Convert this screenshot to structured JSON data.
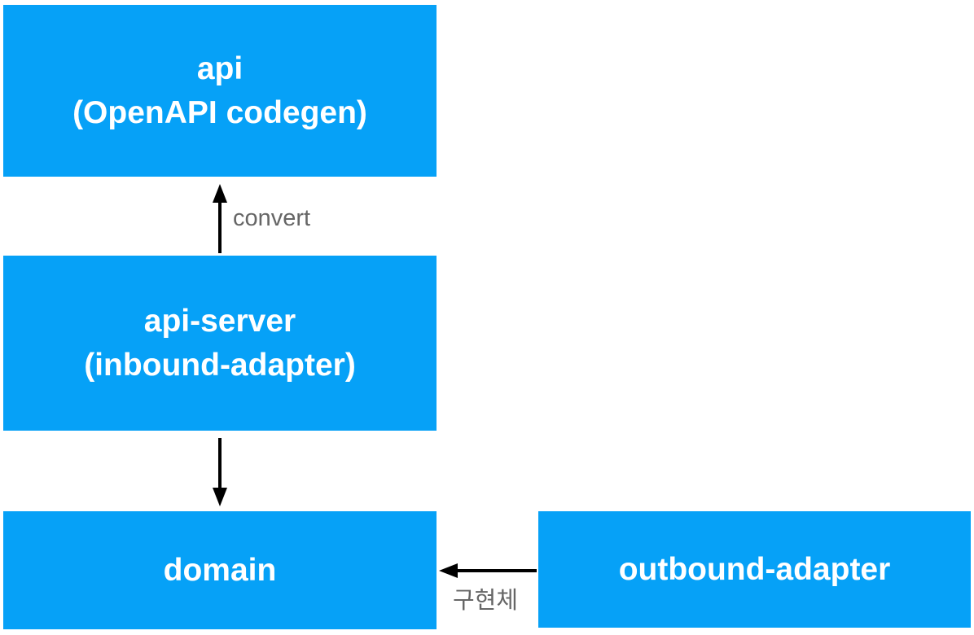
{
  "colors": {
    "box_fill": "#06a1f7",
    "box_text": "#ffffff",
    "edge_label_text": "#666666",
    "arrow": "#000000",
    "background": "#ffffff"
  },
  "diagram": {
    "boxes": {
      "api": {
        "title": "api",
        "subtitle": "(OpenAPI codegen)"
      },
      "api_server": {
        "title": "api-server",
        "subtitle": "(inbound-adapter)"
      },
      "domain": {
        "title": "domain"
      },
      "outbound_adapter": {
        "title": "outbound-adapter"
      }
    },
    "edges": {
      "convert": {
        "label": "convert",
        "from": "api-server",
        "to": "api"
      },
      "api_server_to_domain": {
        "label": "",
        "from": "api-server",
        "to": "domain"
      },
      "implementation": {
        "label": "구현체",
        "from": "outbound-adapter",
        "to": "domain"
      }
    }
  }
}
